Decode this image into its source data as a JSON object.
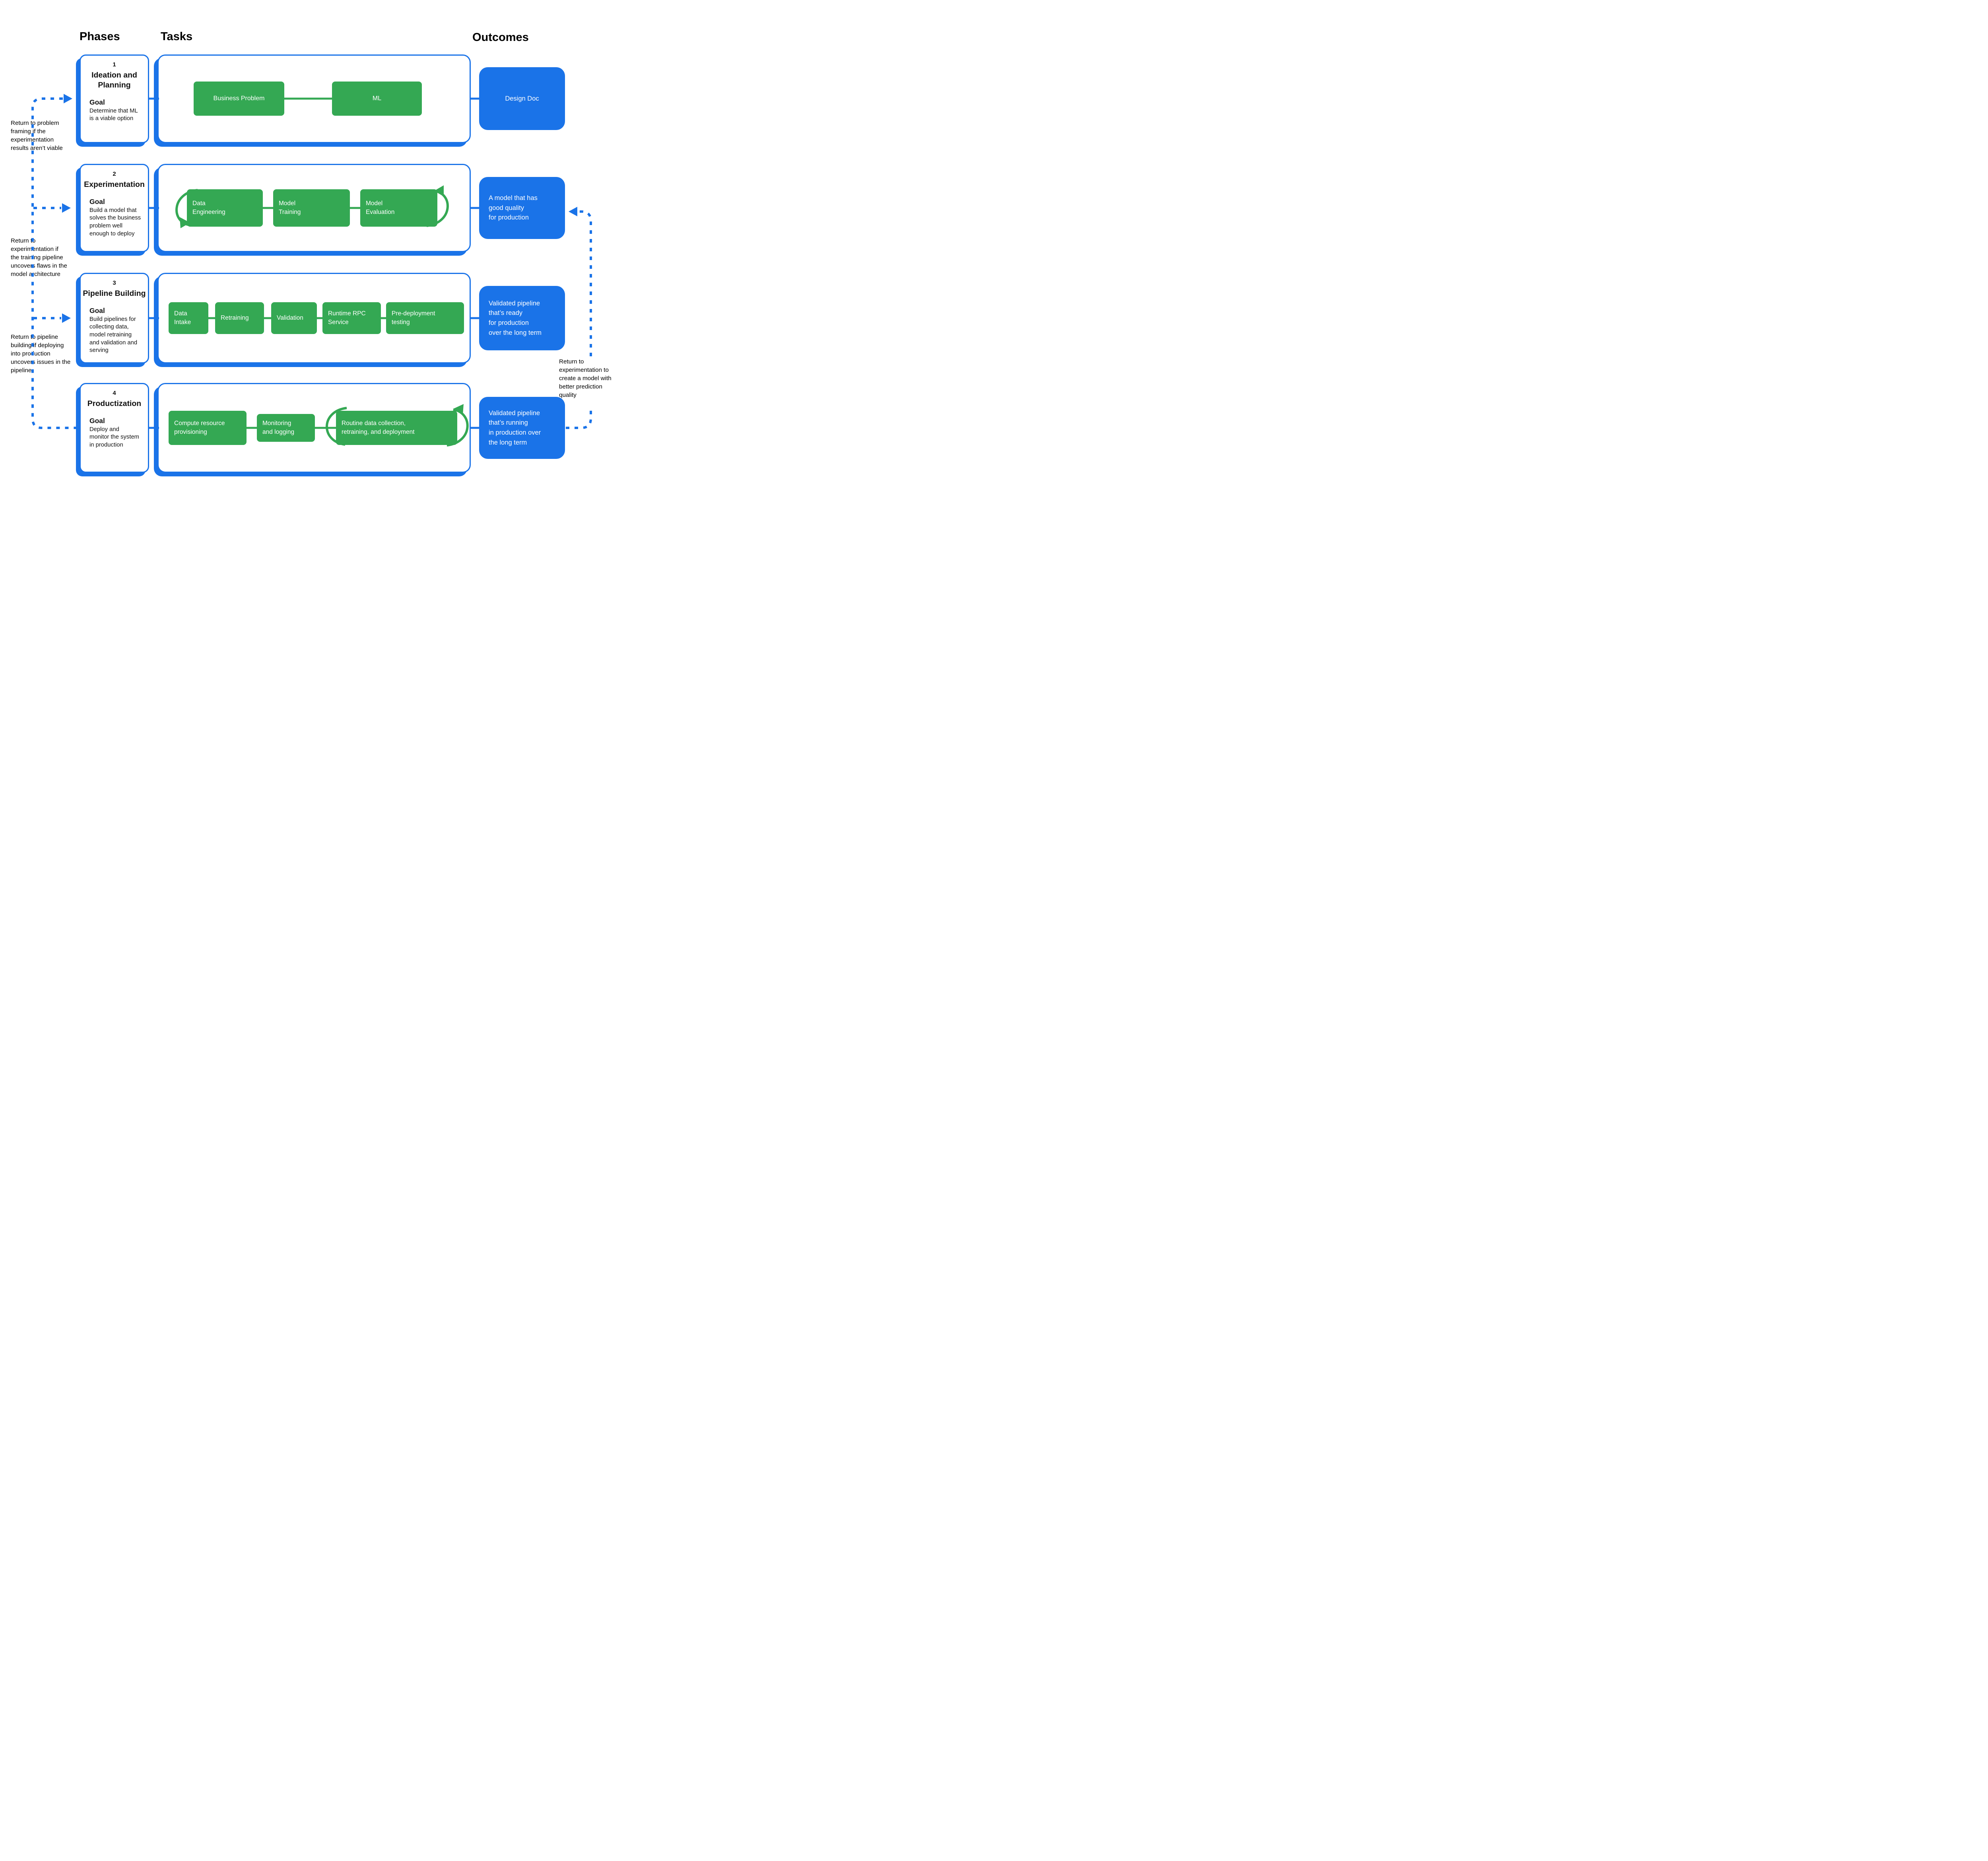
{
  "headers": {
    "phases": "Phases",
    "tasks": "Tasks",
    "outcomes": "Outcomes"
  },
  "colors": {
    "blue": "#1A73E8",
    "green": "#34A853",
    "background": "#ffffff",
    "text": "#000000"
  },
  "phases": [
    {
      "number": "1",
      "title": "Ideation and\nPlanning",
      "goal_label": "Goal",
      "goal": "Determine that ML\nis a viable option",
      "tasks": [
        "Business Problem",
        "ML"
      ],
      "outcome": "Design Doc"
    },
    {
      "number": "2",
      "title": "Experimentation",
      "goal_label": "Goal",
      "goal": "Build a model that\nsolves the business\nproblem well\nenough to deploy",
      "tasks": [
        "Data\nEngineering",
        "Model\nTraining",
        "Model\nEvaluation"
      ],
      "outcome": "A model that has\ngood quality\nfor production"
    },
    {
      "number": "3",
      "title": "Pipeline Building",
      "goal_label": "Goal",
      "goal": "Build pipelines for\ncollecting data,\nmodel retraining\nand validation and\nserving",
      "tasks": [
        "Data\nIntake",
        "Retraining",
        "Validation",
        "Runtime RPC\nService",
        "Pre-deployment\ntesting"
      ],
      "outcome": "Validated pipeline\nthat’s ready\nfor production\nover the long term"
    },
    {
      "number": "4",
      "title": "Productization",
      "goal_label": "Goal",
      "goal": "Deploy and\nmonitor the system\nin production",
      "tasks": [
        "Compute  resource\nprovisioning",
        "Monitoring\nand logging",
        "Routine data collection,\nretraining, and deployment"
      ],
      "outcome": "Validated pipeline\nthat’s running\nin production over\nthe long term"
    }
  ],
  "annotations": [
    {
      "text": "Return to problem\nframing if the\nexperimentation\nresults aren’t viable"
    },
    {
      "text": "Return to\nexperimentation if\nthe training pipeline\nuncovers flaws in the\nmodel architecture"
    },
    {
      "text": "Return to pipeline\nbuilding if deploying\ninto production\nuncovers issues in the\npipeline"
    },
    {
      "text": "Return to\nexperimentation to\ncreate a model with\nbetter prediction\nquality"
    }
  ]
}
